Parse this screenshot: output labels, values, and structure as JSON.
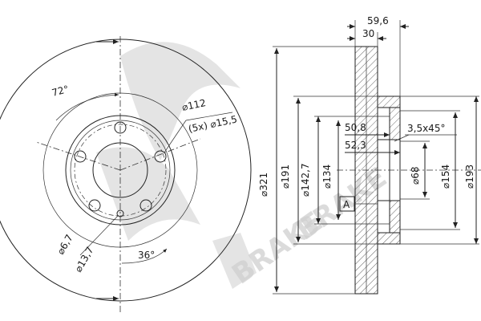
{
  "watermark": {
    "text": "BRAKE"
  },
  "front_view": {
    "angle_top": "72°",
    "angle_bottom": "36°",
    "bolt_circle": "⌀112",
    "bolt_holes": "(5x) ⌀15,5",
    "hole_small": "⌀6,7",
    "hole_large": "⌀13,7"
  },
  "side_view": {
    "total_width": "59,6",
    "disc_width": "30",
    "hat_depth_1": "50,8",
    "hat_depth_2": "52,3",
    "chamfer": "3,5x45°",
    "datum": "A",
    "diameters": {
      "outer": "⌀321",
      "d191": "⌀191",
      "d142": "⌀142,7",
      "d134": "⌀134",
      "d68": "⌀68",
      "d154": "⌀154",
      "d193": "⌀193"
    }
  }
}
